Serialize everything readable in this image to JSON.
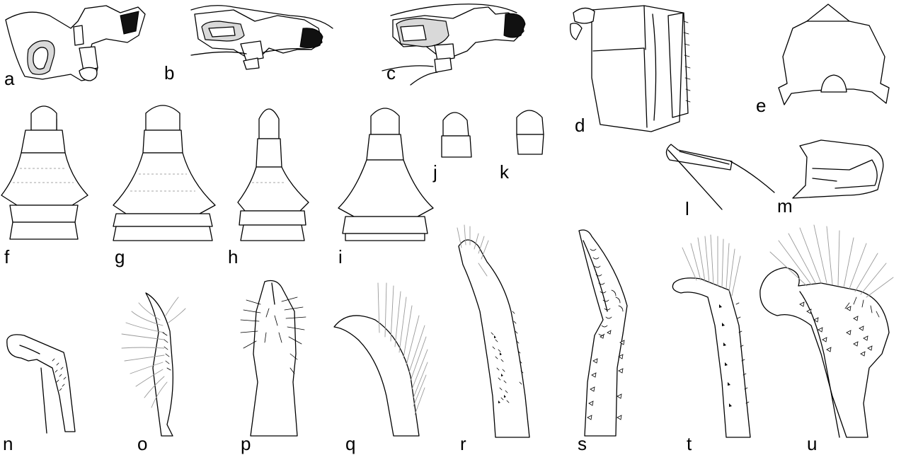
{
  "panels": [
    {
      "id": "a",
      "label": "a"
    },
    {
      "id": "b",
      "label": "b"
    },
    {
      "id": "c",
      "label": "c"
    },
    {
      "id": "d",
      "label": "d"
    },
    {
      "id": "e",
      "label": "e"
    },
    {
      "id": "f",
      "label": "f"
    },
    {
      "id": "g",
      "label": "g"
    },
    {
      "id": "h",
      "label": "h"
    },
    {
      "id": "i",
      "label": "i"
    },
    {
      "id": "j",
      "label": "j"
    },
    {
      "id": "k",
      "label": "k"
    },
    {
      "id": "l",
      "label": "l"
    },
    {
      "id": "m",
      "label": "m"
    },
    {
      "id": "n",
      "label": "n"
    },
    {
      "id": "o",
      "label": "o"
    },
    {
      "id": "p",
      "label": "p"
    },
    {
      "id": "q",
      "label": "q"
    },
    {
      "id": "r",
      "label": "r"
    },
    {
      "id": "s",
      "label": "s"
    },
    {
      "id": "t",
      "label": "t"
    },
    {
      "id": "u",
      "label": "u"
    }
  ]
}
